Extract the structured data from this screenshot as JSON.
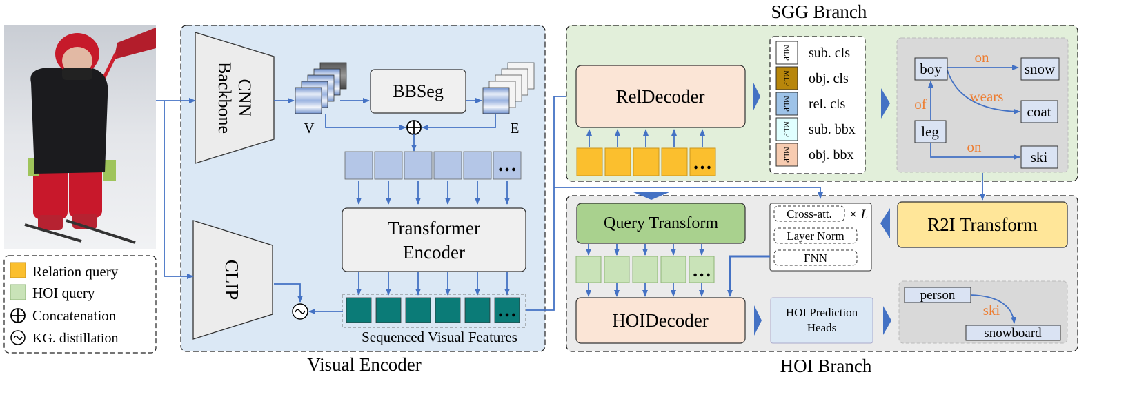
{
  "title_sgg": "SGG Branch",
  "title_hoi": "HOI Branch",
  "title_visual": "Visual Encoder",
  "cnn": [
    "CNN",
    "Backbone"
  ],
  "clip": "CLIP",
  "v_label": "V",
  "e_label": "E",
  "bbseg": "BBSeg",
  "concat_symbol": "⊕",
  "dist_symbol": "~",
  "transformer": [
    "Transformer",
    "Encoder"
  ],
  "ellipsis": "…",
  "seq_label": "Sequenced Visual Features",
  "reldecoder": "RelDecoder",
  "mlp": "MLP",
  "mlp_heads": [
    "sub. cls",
    "obj. cls",
    "rel. cls",
    "sub. bbx",
    "obj. bbx"
  ],
  "mlp_colors": [
    "#ffffff",
    "#b8860b",
    "#9ec3e8",
    "#e0ffff",
    "#f7cbb0"
  ],
  "sgg_graph": {
    "nodes": [
      "boy",
      "snow",
      "coat",
      "leg",
      "ski"
    ],
    "edges": [
      "on",
      "wears",
      "of",
      "on"
    ]
  },
  "query_transform": "Query Transform",
  "cross_att": "Cross-att.",
  "times_l": "× L",
  "layer_norm": "Layer Norm",
  "fnn": "FNN",
  "r2i": "R2I Transform",
  "hoidecoder": "HOIDecoder",
  "hoi_heads": [
    "HOI Prediction",
    "Heads"
  ],
  "hoi_graph": {
    "nodes": [
      "person",
      "snowboard"
    ],
    "edges": [
      "ski"
    ]
  },
  "legend": {
    "items": [
      "Relation query",
      "HOI query",
      "Concatenation",
      "KG. distillation"
    ],
    "colors": [
      "#fbbf2e",
      "#c9e3b8"
    ]
  },
  "colors": {
    "arrow": "#4472c4",
    "visual_bg": "#dbe8f5",
    "sgg_bg": "#e2efda",
    "hoi_bg": "#ebebeb",
    "feature_blue": "#b4c6e7",
    "teal": "#0b7b77",
    "orange": "#fbbf2e",
    "green_q": "#c9e3b8",
    "rel_box": "#fbe5d6",
    "query_box": "#a9d18e",
    "r2i_box": "#ffe699",
    "edge_text": "#ed7d31"
  }
}
